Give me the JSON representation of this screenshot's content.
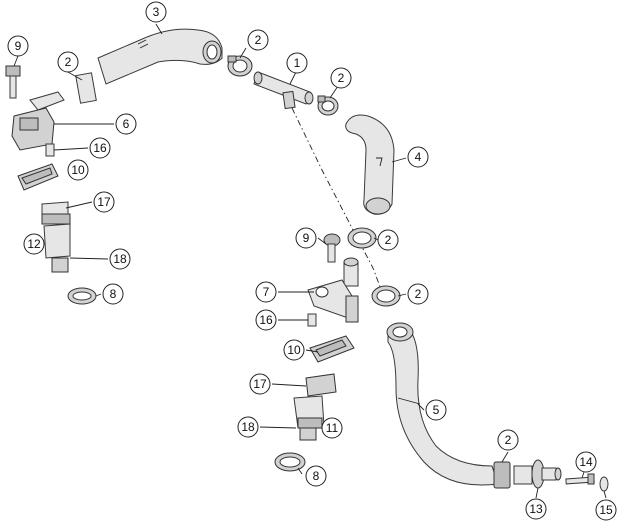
{
  "diagram": {
    "callouts": [
      {
        "id": "c1",
        "label": "1"
      },
      {
        "id": "c2a",
        "label": "2"
      },
      {
        "id": "c2b",
        "label": "2"
      },
      {
        "id": "c2c",
        "label": "2"
      },
      {
        "id": "c2d",
        "label": "2"
      },
      {
        "id": "c2e",
        "label": "2"
      },
      {
        "id": "c2f",
        "label": "2"
      },
      {
        "id": "c3",
        "label": "3"
      },
      {
        "id": "c4",
        "label": "4"
      },
      {
        "id": "c5",
        "label": "5"
      },
      {
        "id": "c6",
        "label": "6"
      },
      {
        "id": "c7",
        "label": "7"
      },
      {
        "id": "c8a",
        "label": "8"
      },
      {
        "id": "c8b",
        "label": "8"
      },
      {
        "id": "c9a",
        "label": "9"
      },
      {
        "id": "c9b",
        "label": "9"
      },
      {
        "id": "c10a",
        "label": "10"
      },
      {
        "id": "c10b",
        "label": "10"
      },
      {
        "id": "c11",
        "label": "11"
      },
      {
        "id": "c12",
        "label": "12"
      },
      {
        "id": "c13",
        "label": "13"
      },
      {
        "id": "c14",
        "label": "14"
      },
      {
        "id": "c15",
        "label": "15"
      },
      {
        "id": "c16a",
        "label": "16"
      },
      {
        "id": "c16b",
        "label": "16"
      },
      {
        "id": "c17a",
        "label": "17"
      },
      {
        "id": "c17b",
        "label": "17"
      },
      {
        "id": "c18a",
        "label": "18"
      },
      {
        "id": "c18b",
        "label": "18"
      }
    ]
  }
}
